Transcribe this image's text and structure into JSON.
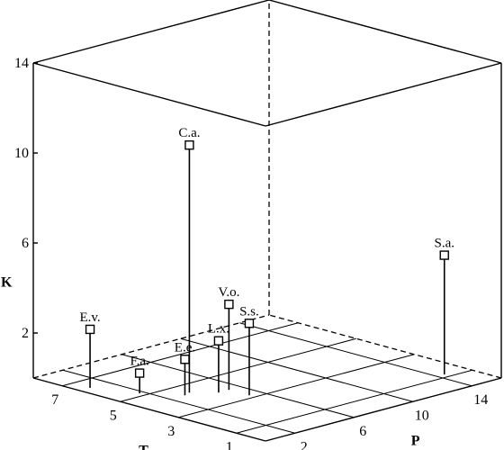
{
  "chart_data": {
    "type": "scatter3d",
    "title": "",
    "xlabel": "P",
    "ylabel": "T",
    "zlabel": "K",
    "xlim": [
      0,
      16
    ],
    "ylim": [
      0,
      8
    ],
    "zlim": [
      0,
      14
    ],
    "xticks": [
      2,
      6,
      10,
      14
    ],
    "yticks": [
      1,
      3,
      5,
      7
    ],
    "zticks": [
      2,
      6,
      10,
      14
    ],
    "grid": true,
    "points": [
      {
        "label": "C.a.",
        "p": 3.5,
        "t": 4.4,
        "k": 11.0
      },
      {
        "label": "S.a.",
        "p": 14.5,
        "t": 1.2,
        "k": 5.3
      },
      {
        "label": "V.o.",
        "p": 5.2,
        "t": 3.9,
        "k": 3.8
      },
      {
        "label": "S.s.",
        "p": 5.2,
        "t": 3.2,
        "k": 3.2
      },
      {
        "label": "L.x.",
        "p": 4.5,
        "t": 3.9,
        "k": 2.3
      },
      {
        "label": "E.e.",
        "p": 3.0,
        "t": 4.3,
        "k": 1.6
      },
      {
        "label": "F.a.",
        "p": 1.7,
        "t": 5.2,
        "k": 0.9
      },
      {
        "label": "E.v.",
        "p": 0.7,
        "t": 6.4,
        "k": 2.6
      }
    ]
  }
}
